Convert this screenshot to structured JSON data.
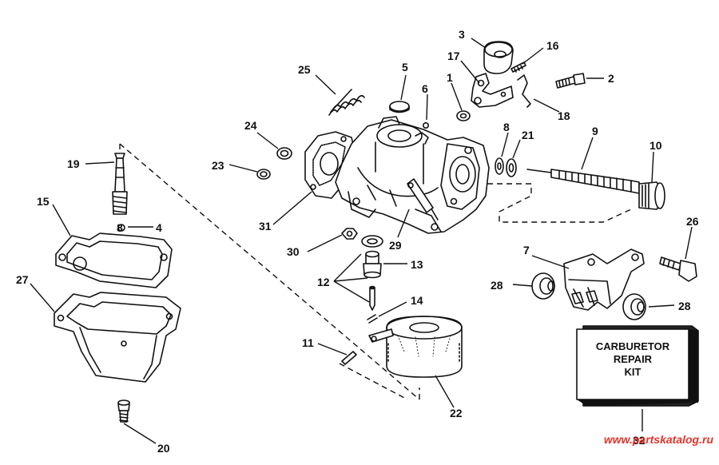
{
  "labels": {
    "l1": "1",
    "l2": "2",
    "l3": "3",
    "l4": "4",
    "l5": "5",
    "l6": "6",
    "l7": "7",
    "l8a": "8",
    "l8b": "8",
    "l9": "9",
    "l10": "10",
    "l11": "11",
    "l12": "12",
    "l13": "13",
    "l14": "14",
    "l15": "15",
    "l16": "16",
    "l17": "17",
    "l18": "18",
    "l19": "19",
    "l20": "20",
    "l21": "21",
    "l22": "22",
    "l23": "23",
    "l24": "24",
    "l25": "25",
    "l26": "26",
    "l27": "27",
    "l28a": "28",
    "l28b": "28",
    "l29": "29",
    "l30": "30",
    "l31": "31",
    "l32": "32"
  },
  "kit": {
    "line1": "CARBURETOR",
    "line2": "REPAIR",
    "line3": "KIT"
  },
  "watermark": "www.partskatalog.ru"
}
